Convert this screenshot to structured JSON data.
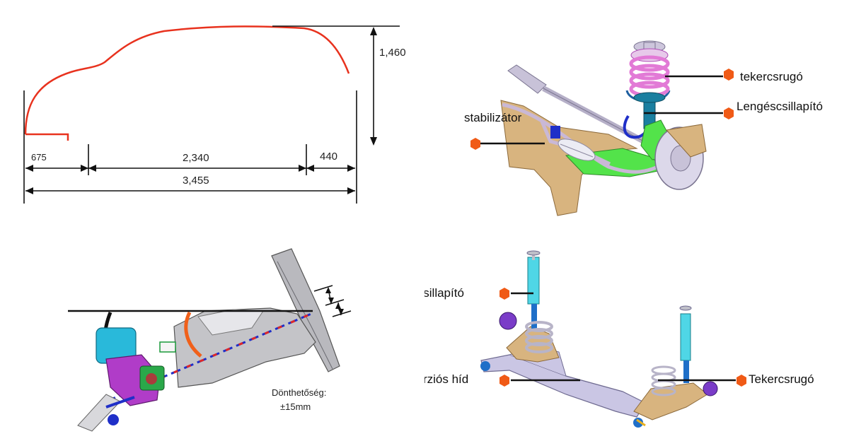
{
  "dimensions": {
    "front_overhang": "675",
    "wheelbase": "2,340",
    "rear_overhang": "440",
    "total_length": "3,455",
    "height": "1,460"
  },
  "front_suspension": {
    "coil_spring_label": "tekercsrugó",
    "shock_absorber_label": "Lengéscsillapító",
    "stabilizer_label": "stabilizátor"
  },
  "steering": {
    "tilt_label": "Dönthetőség:",
    "tilt_value": "±15mm"
  },
  "rear_suspension": {
    "shock_absorber_label": "Lengéscsillapító",
    "torsion_beam_label": "Torziós  híd",
    "coil_spring_label": "Tekercsrugó"
  },
  "colors": {
    "profile_line": "#e8321e",
    "callout_marker": "#f05a16",
    "spring": "#e27ad6",
    "strut": "#1a7fa0",
    "stabilizer": "#1f2fc8",
    "subframe": "#d8b47f",
    "arm": "#53e34a",
    "rear_shock": "#4fd6e6",
    "motor": "#29b9da",
    "column_purple": "#b03cc8"
  }
}
